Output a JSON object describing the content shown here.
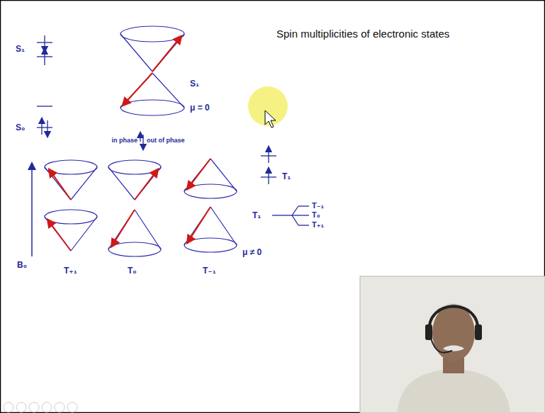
{
  "diagram": {
    "title": "Spin multiplicities of electronic states",
    "labels": [
      "S₁",
      "S₀",
      "S₁",
      "μ = 0",
      "in phase",
      "out of phase",
      "T₁",
      "T₁",
      "T₋₁",
      "T₀",
      "T₊₁",
      "B₀",
      "T₊₁",
      "T₀",
      "T₋₁",
      "μ ≠ 0"
    ]
  }
}
